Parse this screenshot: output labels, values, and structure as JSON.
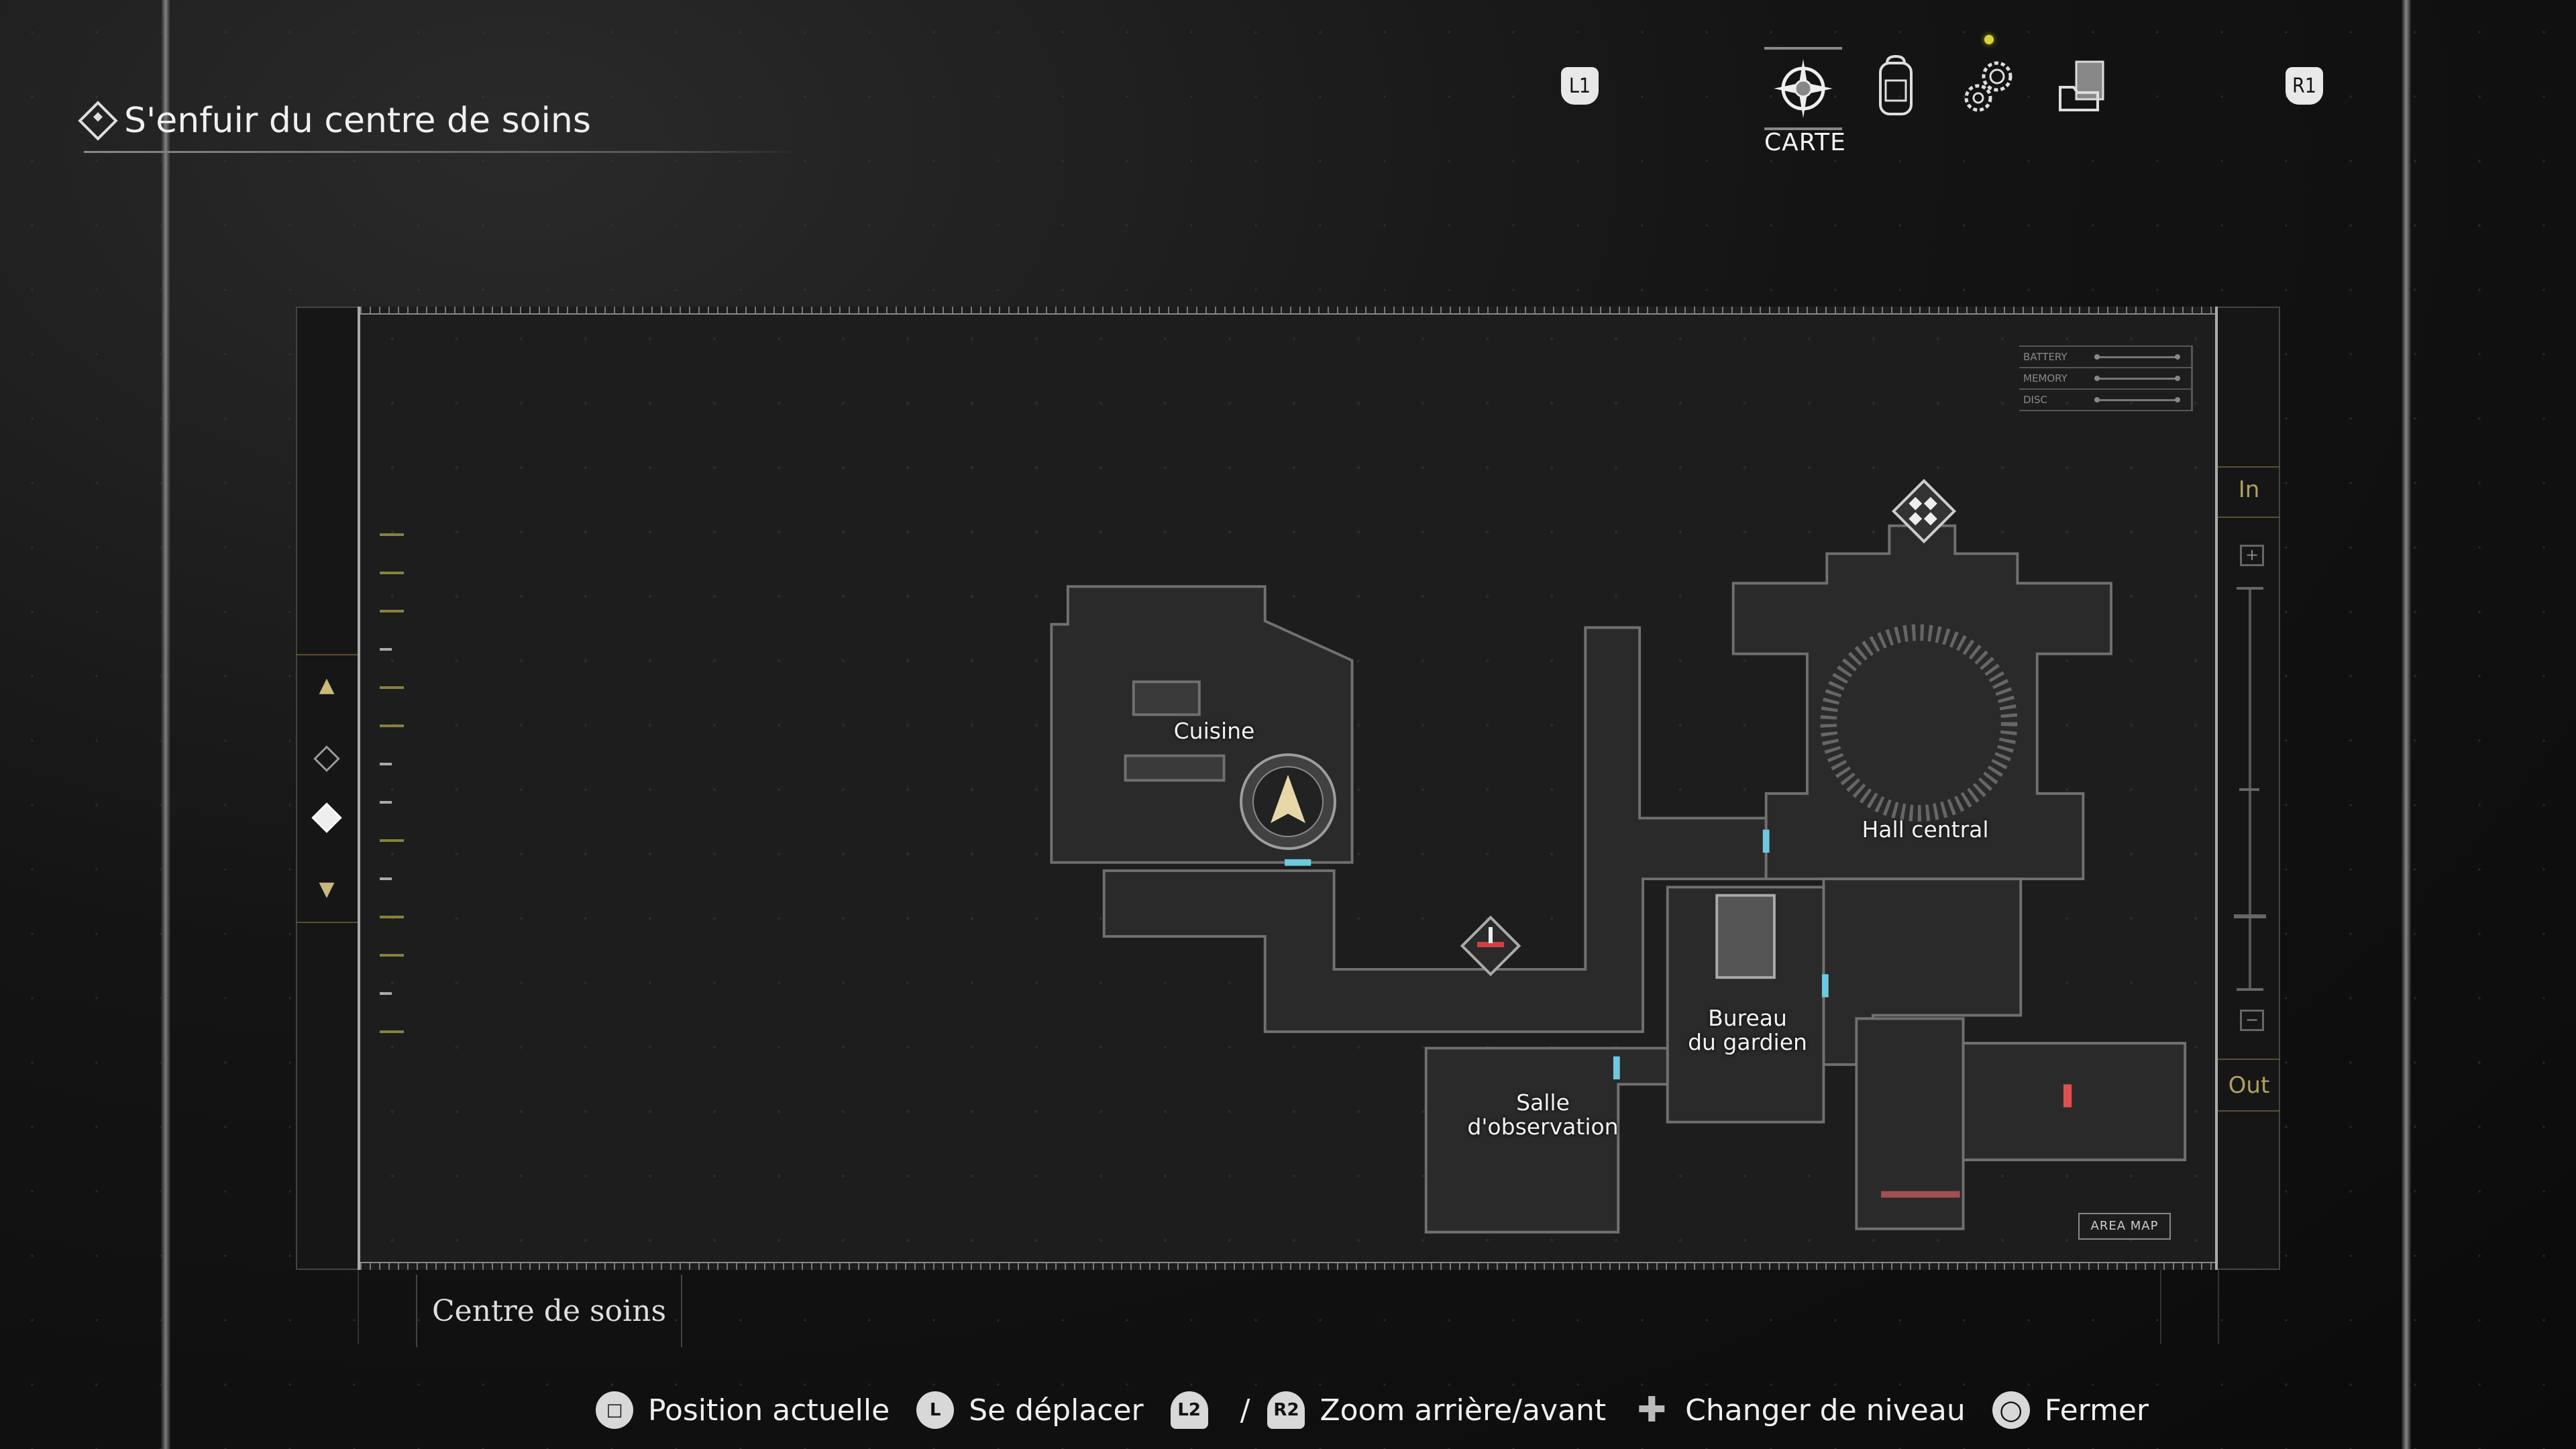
{
  "objective": {
    "text": "S'enfuir du centre de soins"
  },
  "tabs": {
    "prev_button": "L1",
    "next_button": "R1",
    "items": [
      {
        "id": "map",
        "label": "CARTE",
        "icon": "compass-icon",
        "active": true
      },
      {
        "id": "inventory",
        "icon": "backpack-icon"
      },
      {
        "id": "settings",
        "icon": "gears-icon",
        "notification": true
      },
      {
        "id": "files",
        "icon": "files-icon"
      }
    ]
  },
  "status_panel": {
    "rows": [
      {
        "label": "BATTERY"
      },
      {
        "label": "MEMORY"
      },
      {
        "label": "DISC"
      }
    ]
  },
  "zoom_panel": {
    "in_label": "In",
    "out_label": "Out",
    "plus": "+",
    "minus": "−"
  },
  "floor_panel": {
    "up": "▲",
    "down": "▼"
  },
  "map": {
    "rooms": [
      {
        "label": "Cuisine"
      },
      {
        "label": "Hall central"
      },
      {
        "label": "Bureau\ndu gardien"
      },
      {
        "label": "Salle\nd'observation"
      }
    ],
    "area_map_label": "AREA MAP",
    "colors": {
      "unlocked_door": "#6ec8e0",
      "locked_door": "#e05050",
      "accent": "#b0a060"
    }
  },
  "location_name": "Centre de soins",
  "hints": [
    {
      "button": "□",
      "label": "Position actuelle"
    },
    {
      "button": "L",
      "label": "Se déplacer"
    },
    {
      "button": "L2",
      "label": ""
    },
    {
      "button": "R2",
      "label": "Zoom arrière/avant"
    },
    {
      "button": "✚",
      "label": "Changer de niveau"
    },
    {
      "button": "○",
      "label": "Fermer"
    }
  ],
  "hint_separator": "/"
}
